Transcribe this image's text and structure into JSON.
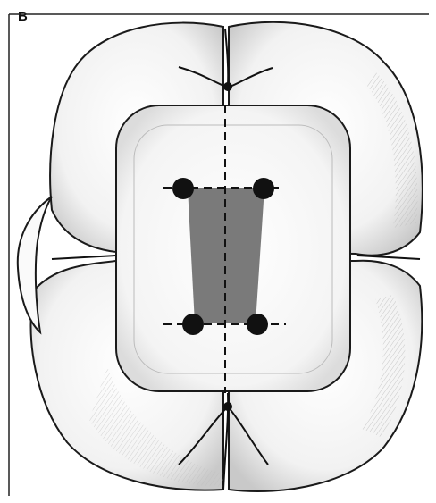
{
  "figure": {
    "panel_label": "B"
  },
  "colors": {
    "outline": "#1a1a1a",
    "shading": "#9a9a9a",
    "preparation_fill": "#6b6b6b",
    "points": "#111111",
    "background": "#ffffff"
  },
  "icons": [
    "tooth-occlusal-illustration",
    "preparation-outline",
    "reference-point"
  ]
}
